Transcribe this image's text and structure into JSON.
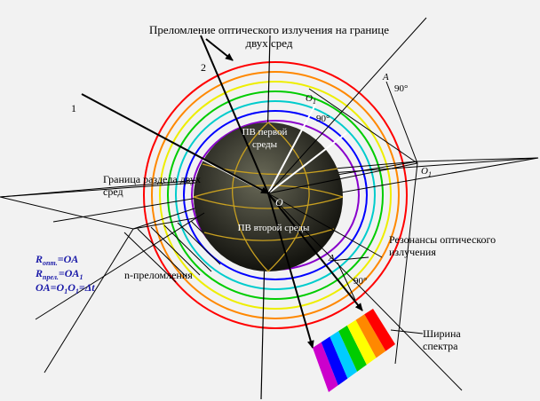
{
  "diagram": {
    "title_line1": "Преломление оптического излучения на границе",
    "title_line2": "двух сред",
    "ray_1": "1",
    "ray_2": "2",
    "sphere_top_line1": "ПВ первой",
    "sphere_top_line2": "среды",
    "sphere_bottom": "ПВ второй среды",
    "boundary_line1": "Граница раздела двух",
    "boundary_line2": "сред",
    "center_label": "O",
    "point_O1_top": "O",
    "point_O1_top_sub": "1",
    "point_O1_right": "O",
    "point_O1_right_sub": "1",
    "point_A_top": "A",
    "point_A_bottom": "A",
    "angle_top": "90°",
    "angle_mid": "90°",
    "angle_bottom": "90°",
    "resonance_line1": "Резонансы оптического",
    "resonance_line2": "излучения",
    "refraction_label": "n-преломления",
    "spectrum_line1": "Ширина",
    "spectrum_line2": "спектра",
    "formula_1": "R",
    "formula_1_sub": "опт.",
    "formula_1_rest": "=OA",
    "formula_2": "R",
    "formula_2_sub": "прел.",
    "formula_2_rest": "=OA",
    "formula_2_end_sub": "1",
    "formula_3": "OA=O",
    "formula_3_mid": "O",
    "formula_3_rest": "=Δt",
    "formula_3_sub1": "1",
    "formula_3_sub2": "1"
  },
  "colors": {
    "rings": [
      "#ff0000",
      "#ff8800",
      "#eeee00",
      "#00cc00",
      "#00cccc",
      "#0000ff",
      "#8800cc"
    ],
    "spectrum": [
      "#cc00cc",
      "#0000ff",
      "#00ccff",
      "#00cc00",
      "#ffff00",
      "#ff8800",
      "#ff0000"
    ],
    "sphere": "#2b2b22",
    "grid": "#c8a020"
  }
}
